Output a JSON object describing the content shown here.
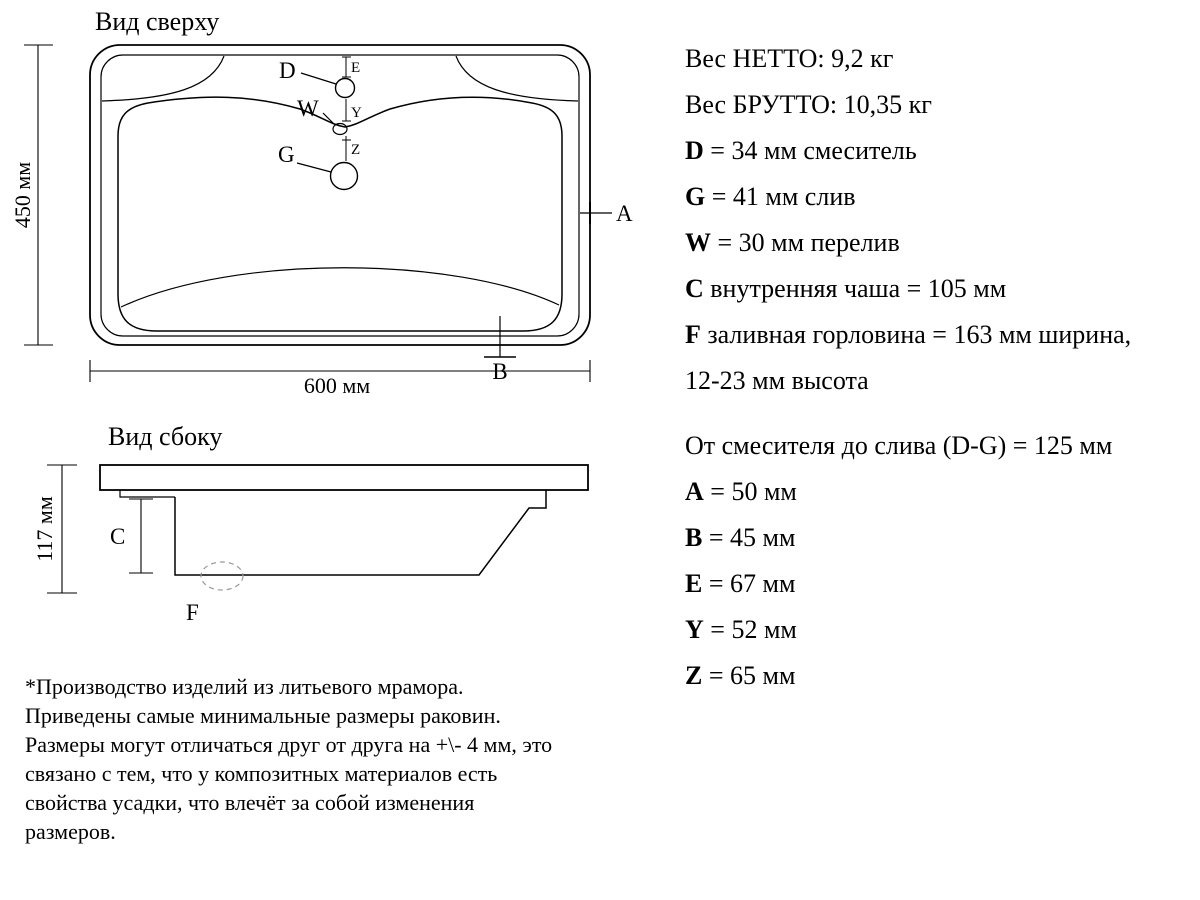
{
  "top_view": {
    "title": "Вид сверху",
    "width_dim": "600 мм",
    "height_dim": "450 мм",
    "label_d": "D",
    "label_e": "E",
    "label_w": "W",
    "label_y": "Y",
    "label_g": "G",
    "label_z": "Z",
    "label_a": "A",
    "label_b": "B"
  },
  "side_view": {
    "title": "Вид сбоку",
    "height_dim": "117 мм",
    "label_c": "C",
    "label_f": "F"
  },
  "specs": {
    "net_weight": "Вес НЕТТО: 9,2 кг",
    "gross_weight": "Вес БРУТТО: 10,35 кг",
    "items": [
      {
        "key": "D",
        "rest": " = 34 мм смеситель"
      },
      {
        "key": "G",
        "rest": " = 41 мм слив"
      },
      {
        "key": "W",
        "rest": " = 30 мм перелив"
      },
      {
        "key": "C",
        "rest": " внутренняя чаша = 105 мм"
      },
      {
        "key": "F",
        "rest": " заливная горловина = 163 мм ширина,",
        "rest2": "12-23 мм высота"
      }
    ],
    "distance": "От смесителя до слива (D-G) = 125 мм",
    "dims": [
      {
        "key": "A",
        "rest": " = 50 мм"
      },
      {
        "key": "B",
        "rest": " = 45 мм"
      },
      {
        "key": "E",
        "rest": " = 67 мм"
      },
      {
        "key": "Y",
        "rest": " = 52 мм"
      },
      {
        "key": "Z",
        "rest": " = 65 мм"
      }
    ]
  },
  "footnote": {
    "line1": "*Производство изделий из литьевого мрамора.",
    "line2": "Приведены самые минимальные размеры раковин.",
    "line3": "Размеры могут отличаться друг от друга на +\\- 4 мм, это",
    "line4": "связано с тем, что у композитных материалов есть",
    "line5": "свойства усадки, что влечёт за собой изменения",
    "line6": "размеров."
  }
}
